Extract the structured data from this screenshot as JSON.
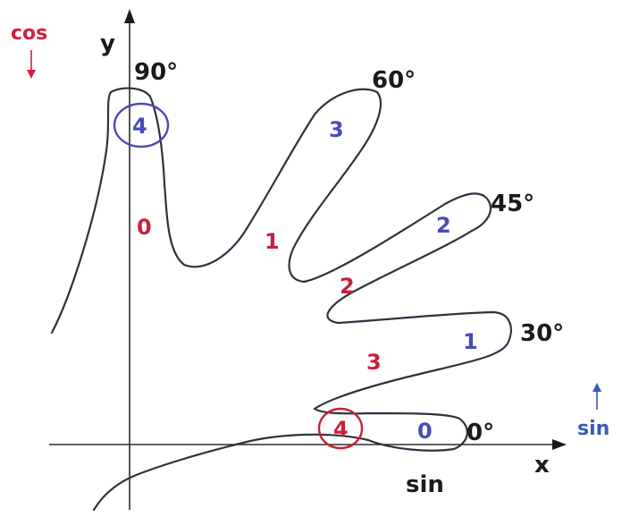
{
  "axes": {
    "x_label": "x",
    "y_label": "y"
  },
  "legend": {
    "cos": {
      "text": "cos",
      "color": "#d02040"
    },
    "sin": {
      "text": "sin",
      "color": "#3a5ab8"
    }
  },
  "bottom_label": "sin",
  "fingers": [
    {
      "angle": "0°",
      "cos_count": "4",
      "sin_count": "0"
    },
    {
      "angle": "30°",
      "cos_count": "3",
      "sin_count": "1"
    },
    {
      "angle": "45°",
      "cos_count": "2",
      "sin_count": "2"
    },
    {
      "angle": "60°",
      "cos_count": "1",
      "sin_count": "3"
    },
    {
      "angle": "90°",
      "cos_count": "0",
      "sin_count": "4"
    }
  ],
  "colors": {
    "cos": "#c8203a",
    "sin": "#4a4ab8",
    "outline": "#2c3340"
  }
}
